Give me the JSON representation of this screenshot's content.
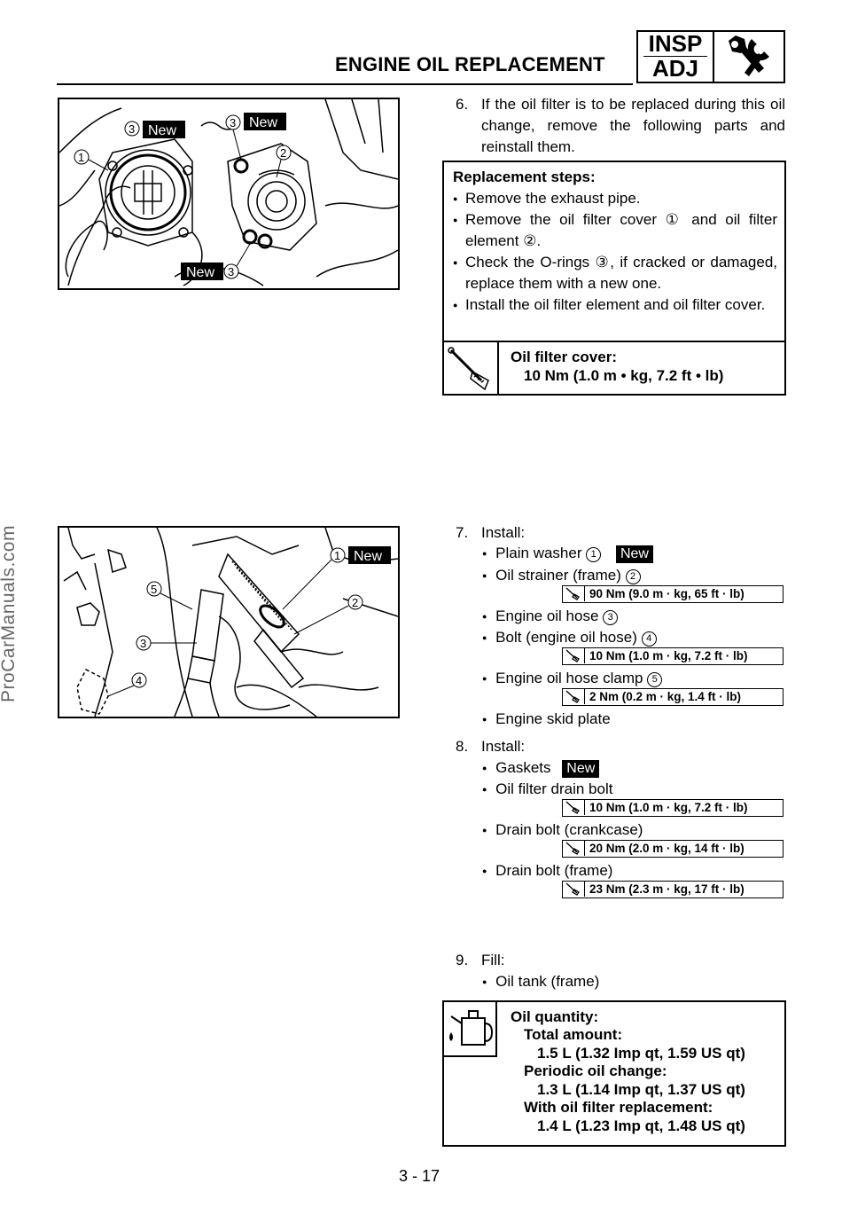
{
  "header": {
    "title": "ENGINE OIL REPLACEMENT",
    "badge_line1": "INSP",
    "badge_line2": "ADJ"
  },
  "watermark": "ProCarManuals.com",
  "figure1": {
    "labels": [
      {
        "num": "1",
        "text": ""
      },
      {
        "num": "2",
        "text": ""
      },
      {
        "num": "3",
        "text": "New"
      },
      {
        "num": "3",
        "text": "New"
      },
      {
        "num": "3",
        "text": "New"
      }
    ]
  },
  "step6": {
    "number": "6.",
    "text": "If the oil filter is to be replaced during this oil change, remove the following parts and reinstall them."
  },
  "replacement": {
    "heading": "Replacement steps:",
    "items": [
      "Remove the exhaust pipe.",
      "Remove the oil filter cover ① and oil filter element ②.",
      "Check the O-rings ③, if cracked or damaged, replace them with a new one.",
      "Install the oil filter element and oil filter cover."
    ],
    "spec_label": "Oil filter cover:",
    "spec_value": "10 Nm (1.0 m • kg, 7.2 ft • lb)"
  },
  "figure2": {
    "labels": [
      "1",
      "2",
      "3",
      "4",
      "5"
    ],
    "new_tag": "New"
  },
  "step7": {
    "number": "7.",
    "heading": "Install:",
    "items": [
      {
        "text": "Plain washer",
        "circ": "1",
        "new": "New"
      },
      {
        "text": "Oil strainer (frame)",
        "circ": "2",
        "torque": "90 Nm (9.0 m · kg, 65 ft · lb)"
      },
      {
        "text": "Engine oil hose",
        "circ": "3"
      },
      {
        "text": "Bolt (engine oil hose)",
        "circ": "4",
        "torque": "10 Nm (1.0 m · kg, 7.2 ft · lb)"
      },
      {
        "text": "Engine oil hose clamp",
        "circ": "5",
        "torque": "2 Nm (0.2 m · kg, 1.4 ft · lb)"
      },
      {
        "text": "Engine skid plate"
      }
    ]
  },
  "step8": {
    "number": "8.",
    "heading": "Install:",
    "items": [
      {
        "text": "Gaskets",
        "new": "New"
      },
      {
        "text": "Oil filter drain bolt",
        "torque": "10 Nm (1.0 m · kg, 7.2 ft · lb)"
      },
      {
        "text": "Drain bolt (crankcase)",
        "torque": "20 Nm (2.0 m · kg, 14 ft · lb)"
      },
      {
        "text": "Drain bolt (frame)",
        "torque": "23 Nm (2.3 m · kg, 17 ft · lb)"
      }
    ]
  },
  "step9": {
    "number": "9.",
    "heading": "Fill:",
    "items": [
      "Oil tank (frame)"
    ]
  },
  "oil_quantity": {
    "label": "Oil quantity:",
    "total_label": "Total amount:",
    "total_value": "1.5 L (1.32 Imp qt, 1.59 US qt)",
    "periodic_label": "Periodic oil change:",
    "periodic_value": "1.3 L (1.14 Imp qt, 1.37 US qt)",
    "filter_label": "With oil filter replacement:",
    "filter_value": "1.4 L (1.23 Imp qt, 1.48 US qt)"
  },
  "footer": {
    "page_number": "3 - 17"
  }
}
